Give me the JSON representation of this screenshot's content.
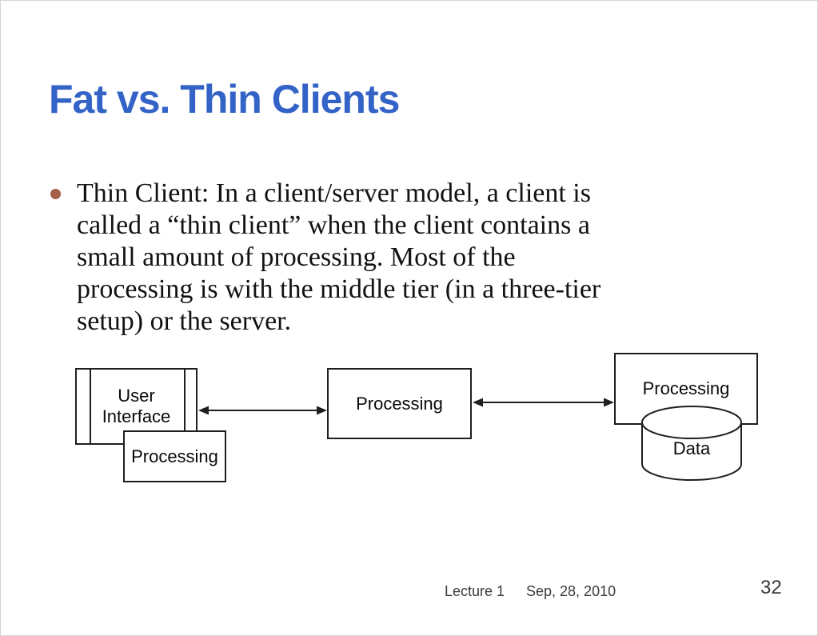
{
  "slide": {
    "title": "Fat vs. Thin Clients",
    "bullet": {
      "lines": [
        "Thin Client: In a client/server model, a client is",
        "called a “thin client” when the client contains a",
        "small amount of processing. Most of the",
        "processing is with the middle tier (in a three-tier",
        "setup) or the server."
      ]
    },
    "diagram": {
      "ui_line1": "User",
      "ui_line2": "Interface",
      "client_processing_label": "Processing",
      "middle_processing_label": "Processing",
      "server_processing_label": "Processing",
      "data_label": "Data"
    },
    "footer": {
      "lecture": "Lecture 1",
      "date": "Sep, 28, 2010",
      "page_number": "32"
    },
    "colors": {
      "title_blue": "#3463C7",
      "bullet_brown": "#A5604B",
      "footer_gray": "#3E3937",
      "diagram_line": "#1F1F1F"
    }
  }
}
